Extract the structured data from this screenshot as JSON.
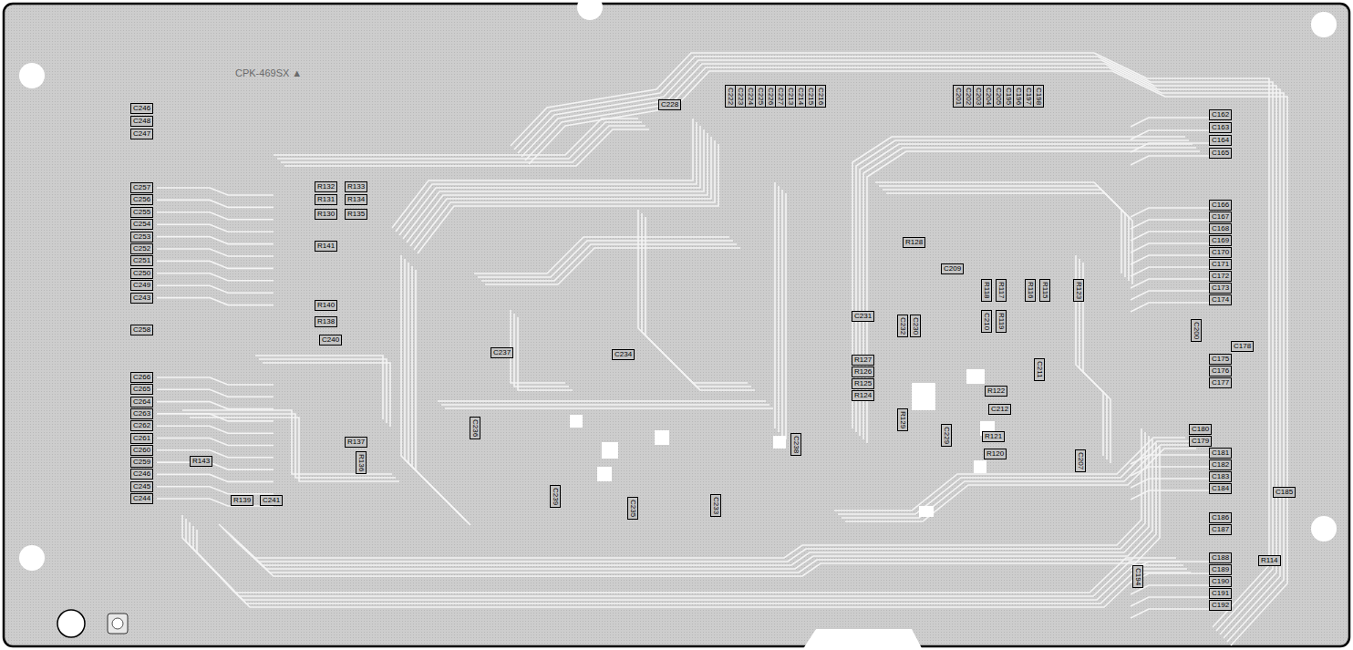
{
  "diagram": {
    "labels": [
      "CPK-469SX ▲",
      "C246",
      "C248",
      "C247",
      "C257",
      "C256",
      "C255",
      "C254",
      "C253",
      "C252",
      "C251",
      "C250",
      "C249",
      "C243",
      "C258",
      "C266",
      "C265",
      "C264",
      "C263",
      "C262",
      "C261",
      "C260",
      "C259",
      "C246",
      "C245",
      "C244",
      "R132",
      "R133",
      "R131",
      "R134",
      "R130",
      "R135",
      "R141",
      "R140",
      "R138",
      "C240",
      "R137",
      "R136",
      "R143",
      "R139",
      "C241",
      "C228",
      "C222",
      "C223",
      "C224",
      "C225",
      "C226",
      "C227",
      "C213",
      "C214",
      "C215",
      "C216",
      "C201",
      "C202",
      "C203",
      "C204",
      "C205",
      "C195",
      "C196",
      "C197",
      "C198",
      "C237",
      "C234",
      "C236",
      "C239",
      "C235",
      "C233",
      "C238",
      "R128",
      "C209",
      "R118",
      "R117",
      "R116",
      "R115",
      "R123",
      "C231",
      "C232",
      "C230",
      "C210",
      "R119",
      "R127",
      "R126",
      "R125",
      "R124",
      "C211",
      "R122",
      "C212",
      "R129",
      "C229",
      "R121",
      "R120",
      "C207",
      "C162",
      "C163",
      "C164",
      "C165",
      "C166",
      "C167",
      "C168",
      "C169",
      "C170",
      "C171",
      "C172",
      "C173",
      "C174",
      "C200",
      "C178",
      "C175",
      "C176",
      "C177",
      "C180",
      "C179",
      "C181",
      "C182",
      "C183",
      "C184",
      "C185",
      "C186",
      "C187",
      "C188",
      "C189",
      "C190",
      "C191",
      "C192",
      "R114",
      "C194"
    ]
  }
}
